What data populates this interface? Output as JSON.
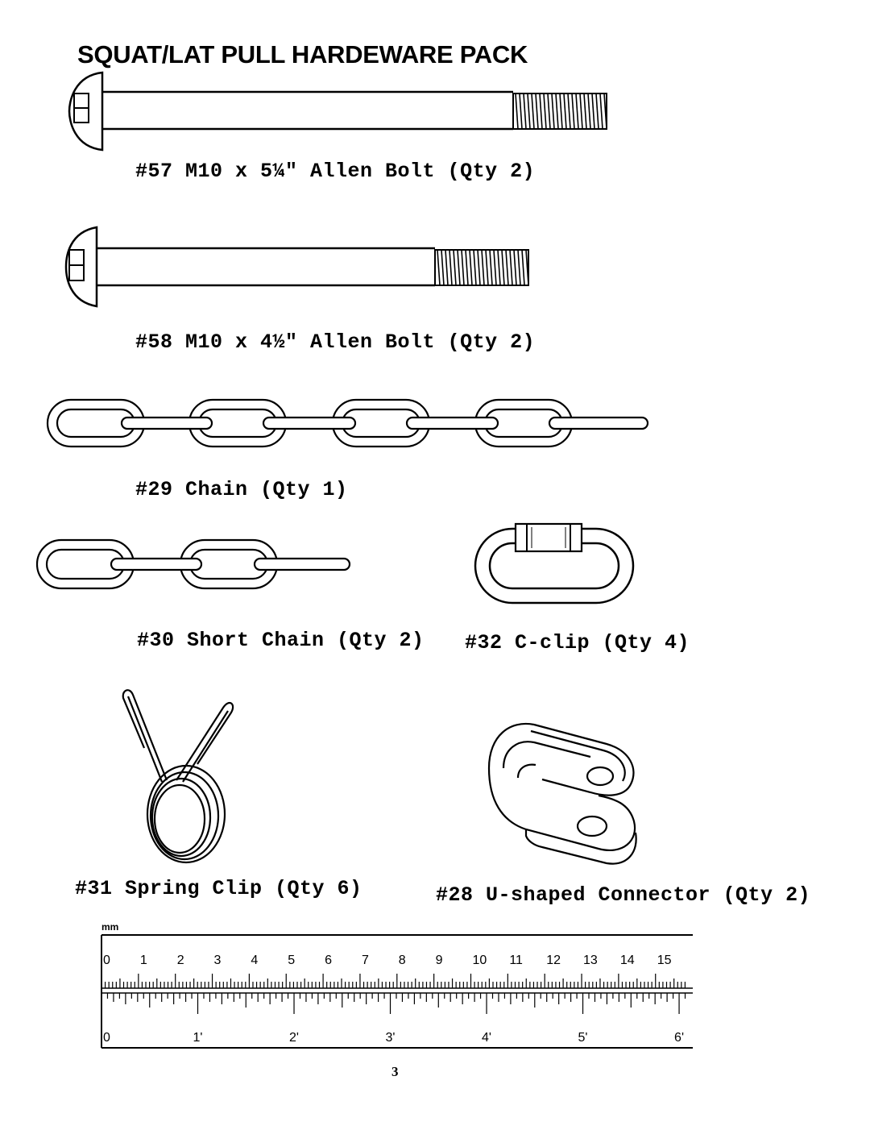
{
  "page": {
    "title": "SQUAT/LAT PULL HARDEWARE PACK",
    "page_number": "3"
  },
  "parts": [
    {
      "number": "#57",
      "description": "M10 x 5¼\" Allen Bolt",
      "quantity": "(Qty 2)",
      "icon": "allen-bolt"
    },
    {
      "number": "#58",
      "description": "M10 x 4½\" Allen Bolt",
      "quantity": "(Qty 2)",
      "icon": "allen-bolt"
    },
    {
      "number": "#29",
      "description": "Chain",
      "quantity": "(Qty 1)",
      "icon": "chain"
    },
    {
      "number": "#30",
      "description": "Short Chain",
      "quantity": "(Qty 2)",
      "icon": "chain"
    },
    {
      "number": "#32",
      "description": "C-clip",
      "quantity": "(Qty 4)",
      "icon": "quick-link"
    },
    {
      "number": "#31",
      "description": "Spring Clip",
      "quantity": "(Qty 6)",
      "icon": "spring-clip"
    },
    {
      "number": "#28",
      "description": "U-shaped Connector",
      "quantity": "(Qty 2)",
      "icon": "u-connector"
    }
  ],
  "captions": {
    "p57": "#57 M10 x 5¼\" Allen Bolt (Qty 2)",
    "p58": "#58 M10 x 4½\" Allen Bolt (Qty 2)",
    "p29": "#29 Chain (Qty 1)",
    "p30": "#30 Short Chain (Qty 2)",
    "p32": "#32 C-clip (Qty 4)",
    "p31": "#31 Spring Clip (Qty 6)",
    "p28": "#28 U-shaped Connector (Qty 2)"
  },
  "ruler": {
    "metric_unit": "mm",
    "metric_labels": [
      "0",
      "1",
      "2",
      "3",
      "4",
      "5",
      "6",
      "7",
      "8",
      "9",
      "10",
      "11",
      "12",
      "13",
      "14",
      "15"
    ],
    "imperial_labels": [
      "0",
      "1'",
      "2'",
      "3'",
      "4'",
      "5'",
      "6'"
    ]
  }
}
